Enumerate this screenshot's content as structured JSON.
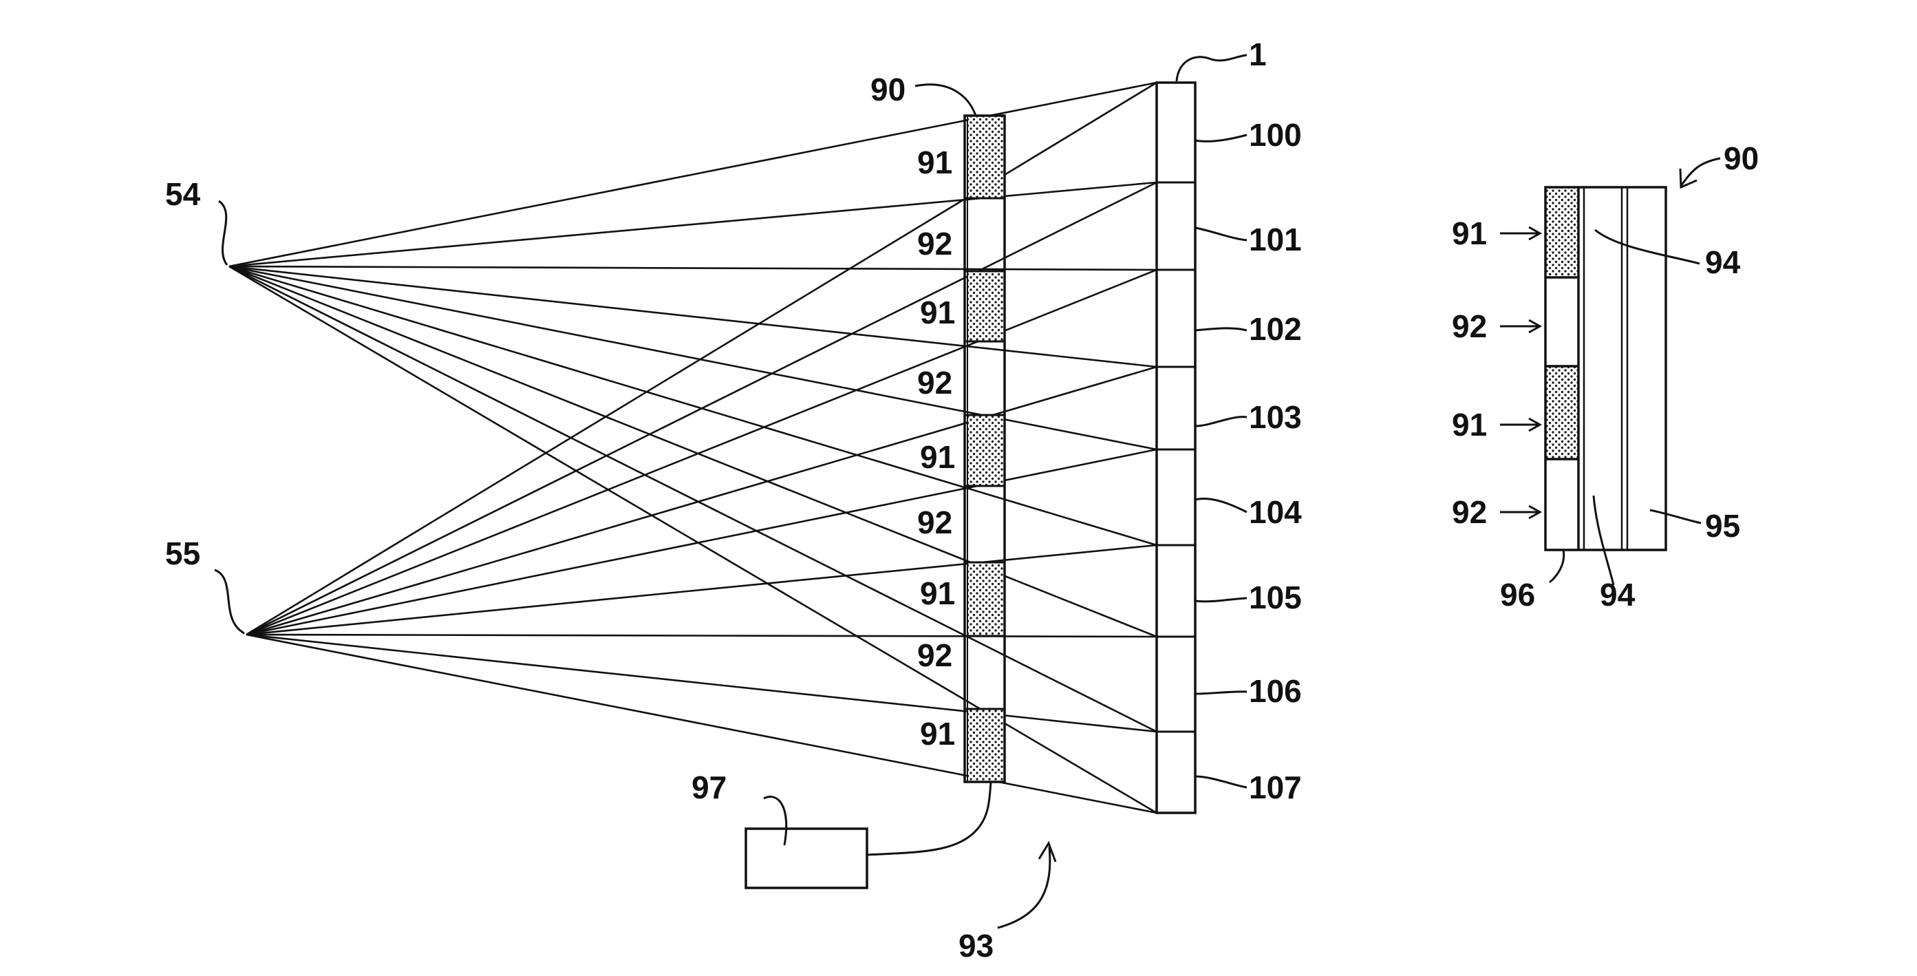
{
  "labels": {
    "ref_1": "1",
    "ref_90_main": "90",
    "ref_90_detail": "90",
    "ref_54": "54",
    "ref_55": "55",
    "ref_93": "93",
    "ref_97": "97",
    "zone_100": "100",
    "zone_101": "101",
    "zone_102": "102",
    "zone_103": "103",
    "zone_104": "104",
    "zone_105": "105",
    "zone_106": "106",
    "zone_107": "107",
    "seg_91_a": "91",
    "seg_92_a": "92",
    "seg_91_b": "91",
    "seg_92_b": "92",
    "seg_91_c": "91",
    "seg_92_c": "92",
    "seg_91_d": "91",
    "seg_92_d": "92",
    "seg_91_e": "91",
    "detail_91_a": "91",
    "detail_92_a": "92",
    "detail_91_b": "91",
    "detail_92_b": "92",
    "detail_94_a": "94",
    "detail_94_b": "94",
    "detail_95": "95",
    "detail_96": "96"
  },
  "colors": {
    "ink": "#111111",
    "background": "#ffffff"
  }
}
